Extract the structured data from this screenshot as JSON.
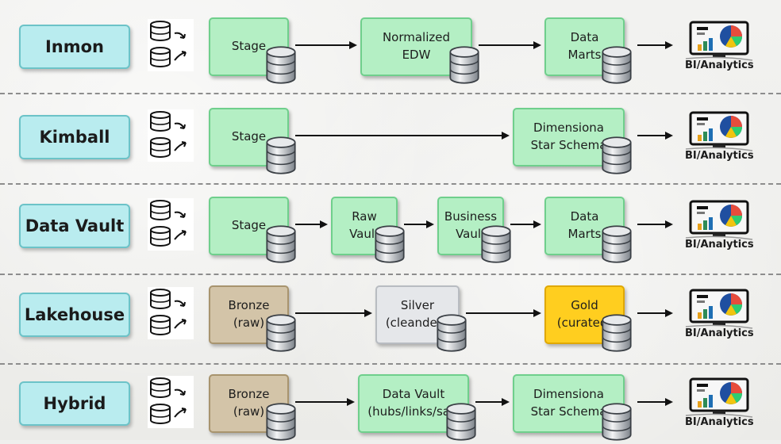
{
  "rows": [
    {
      "label": "Inmon",
      "stages": [
        [
          "Stage"
        ],
        [
          "Normalized",
          "EDW"
        ],
        [
          "Data",
          "Marts"
        ]
      ],
      "target": "BI/Analytics"
    },
    {
      "label": "Kimball",
      "stages": [
        [
          "Stage"
        ],
        [
          "Dimensiona",
          "Star Schema"
        ]
      ],
      "target": "BI/Analytics"
    },
    {
      "label": "Data Vault",
      "stages": [
        [
          "Stage"
        ],
        [
          "Raw",
          "Vault"
        ],
        [
          "Business",
          "Vault"
        ],
        [
          "Data",
          "Marts"
        ]
      ],
      "target": "BI/Analytics"
    },
    {
      "label": "Lakehouse",
      "stages": [
        [
          "Bronze",
          "(raw)"
        ],
        [
          "Silver",
          "(cleanded)"
        ],
        [
          "Gold",
          "(curated)"
        ]
      ],
      "target": "BI/Analytics"
    },
    {
      "label": "Hybrid",
      "stages": [
        [
          "Bronze",
          "(raw)"
        ],
        [
          "Data Vault",
          "(hubs/links/sat)"
        ],
        [
          "Dimensiona",
          "Star Schema"
        ]
      ],
      "target": "BI/Analytics"
    }
  ],
  "colors": {
    "label_fill": "#b9ecef",
    "stage_green": "#b4efc4",
    "bronze": "#d3c4a8",
    "silver": "#e5e7ea",
    "gold": "#ffce1f"
  },
  "icons": {
    "source": "database-pair-icon",
    "stage_store": "database-cylinder-icon",
    "target": "bi-dashboard-monitor-icon"
  }
}
